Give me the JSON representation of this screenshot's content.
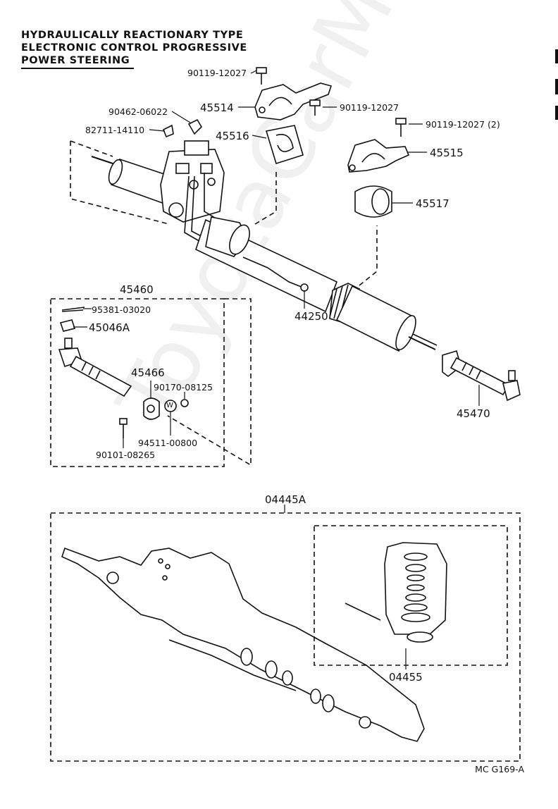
{
  "title": {
    "line1": "HYDRAULICALLY REACTIONARY TYPE",
    "line2": "ELECTRONIC CONTROL PROGRESSIVE",
    "line3": "POWER STEERING"
  },
  "labels": {
    "p90119_12027_top": "90119-12027",
    "p45514": "45514",
    "p90119_12027_mid": "90119-12027",
    "p90462_06022": "90462-06022",
    "p90119_12027_2": "90119-12027 (2)",
    "p82711_14110": "82711-14110",
    "p45516": "45516",
    "p45515": "45515",
    "p45517": "45517",
    "p45460": "45460",
    "p95381_03020": "95381-03020",
    "p45046A": "45046A",
    "p44250": "44250",
    "p45466": "45466",
    "p90170_08125": "90170-08125",
    "p94511_00800": "94511-00800",
    "p90101_08265": "90101-08265",
    "p45470": "45470",
    "p04445A": "04445A",
    "p04455": "04455",
    "washer_mark": "W"
  },
  "footer": {
    "code": "MC G169-A"
  },
  "watermark": "ToyotaCarMine.ru"
}
